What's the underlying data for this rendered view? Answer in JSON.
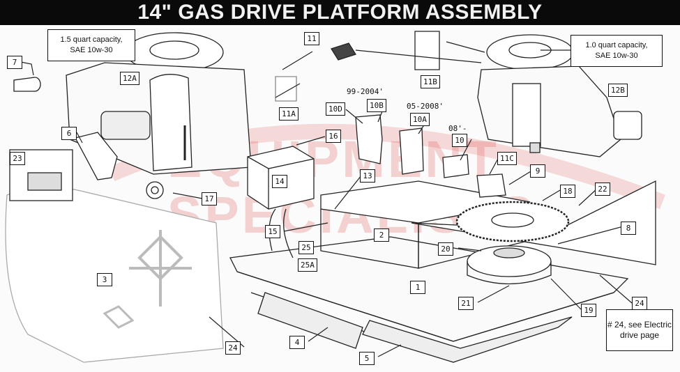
{
  "title": "14\" GAS DRIVE PLATFORM ASSEMBLY",
  "watermark": {
    "line1": "EQUIPMENT",
    "line2": "SPECIALISTS",
    "color": "#dc3c3c"
  },
  "notes": {
    "left_engine": [
      "1.5 quart capacity,",
      "SAE 10w-30"
    ],
    "right_engine": [
      "1.0 quart capacity,",
      "SAE 10w-30"
    ],
    "electric": [
      "# 24, see Electric",
      "drive page"
    ]
  },
  "year_labels": {
    "y1": "99-2004'",
    "y2": "05-2008'",
    "y3": "08'-"
  },
  "parts": {
    "p7": "7",
    "p12A": "12A",
    "p6": "6",
    "p23": "23",
    "p11A": "11A",
    "p11": "11",
    "p11B": "11B",
    "p10D": "10D",
    "p10B": "10B",
    "p10A": "10A",
    "p10": "10",
    "p11C": "11C",
    "p12B": "12B",
    "p16": "16",
    "p14": "14",
    "p13": "13",
    "p9": "9",
    "p18": "18",
    "p22": "22",
    "p15": "15",
    "p2": "2",
    "p8": "8",
    "p20": "20",
    "p25": "25",
    "p25A": "25A",
    "p3": "3",
    "p1": "1",
    "p21": "21",
    "p24a": "24",
    "p19": "19",
    "p4": "4",
    "p24b": "24",
    "p5": "5",
    "p17": "17"
  }
}
